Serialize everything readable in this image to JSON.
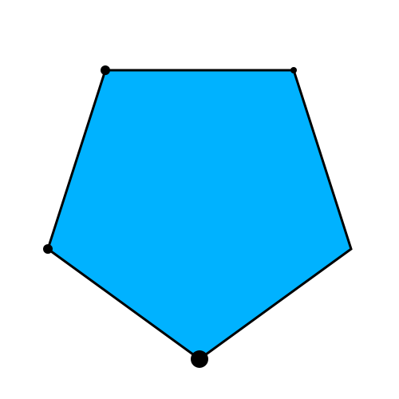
{
  "shape": {
    "type": "pentagon",
    "fill_color": "#00b2ff",
    "stroke_color": "#000000"
  },
  "vertex_marker_color": "#000000",
  "vertices": [
    {
      "name": "top-left-vertex",
      "marker": "medium"
    },
    {
      "name": "top-right-vertex",
      "marker": "small"
    },
    {
      "name": "right-vertex",
      "marker": "none"
    },
    {
      "name": "bottom-vertex",
      "marker": "large"
    },
    {
      "name": "left-vertex",
      "marker": "medium"
    }
  ]
}
